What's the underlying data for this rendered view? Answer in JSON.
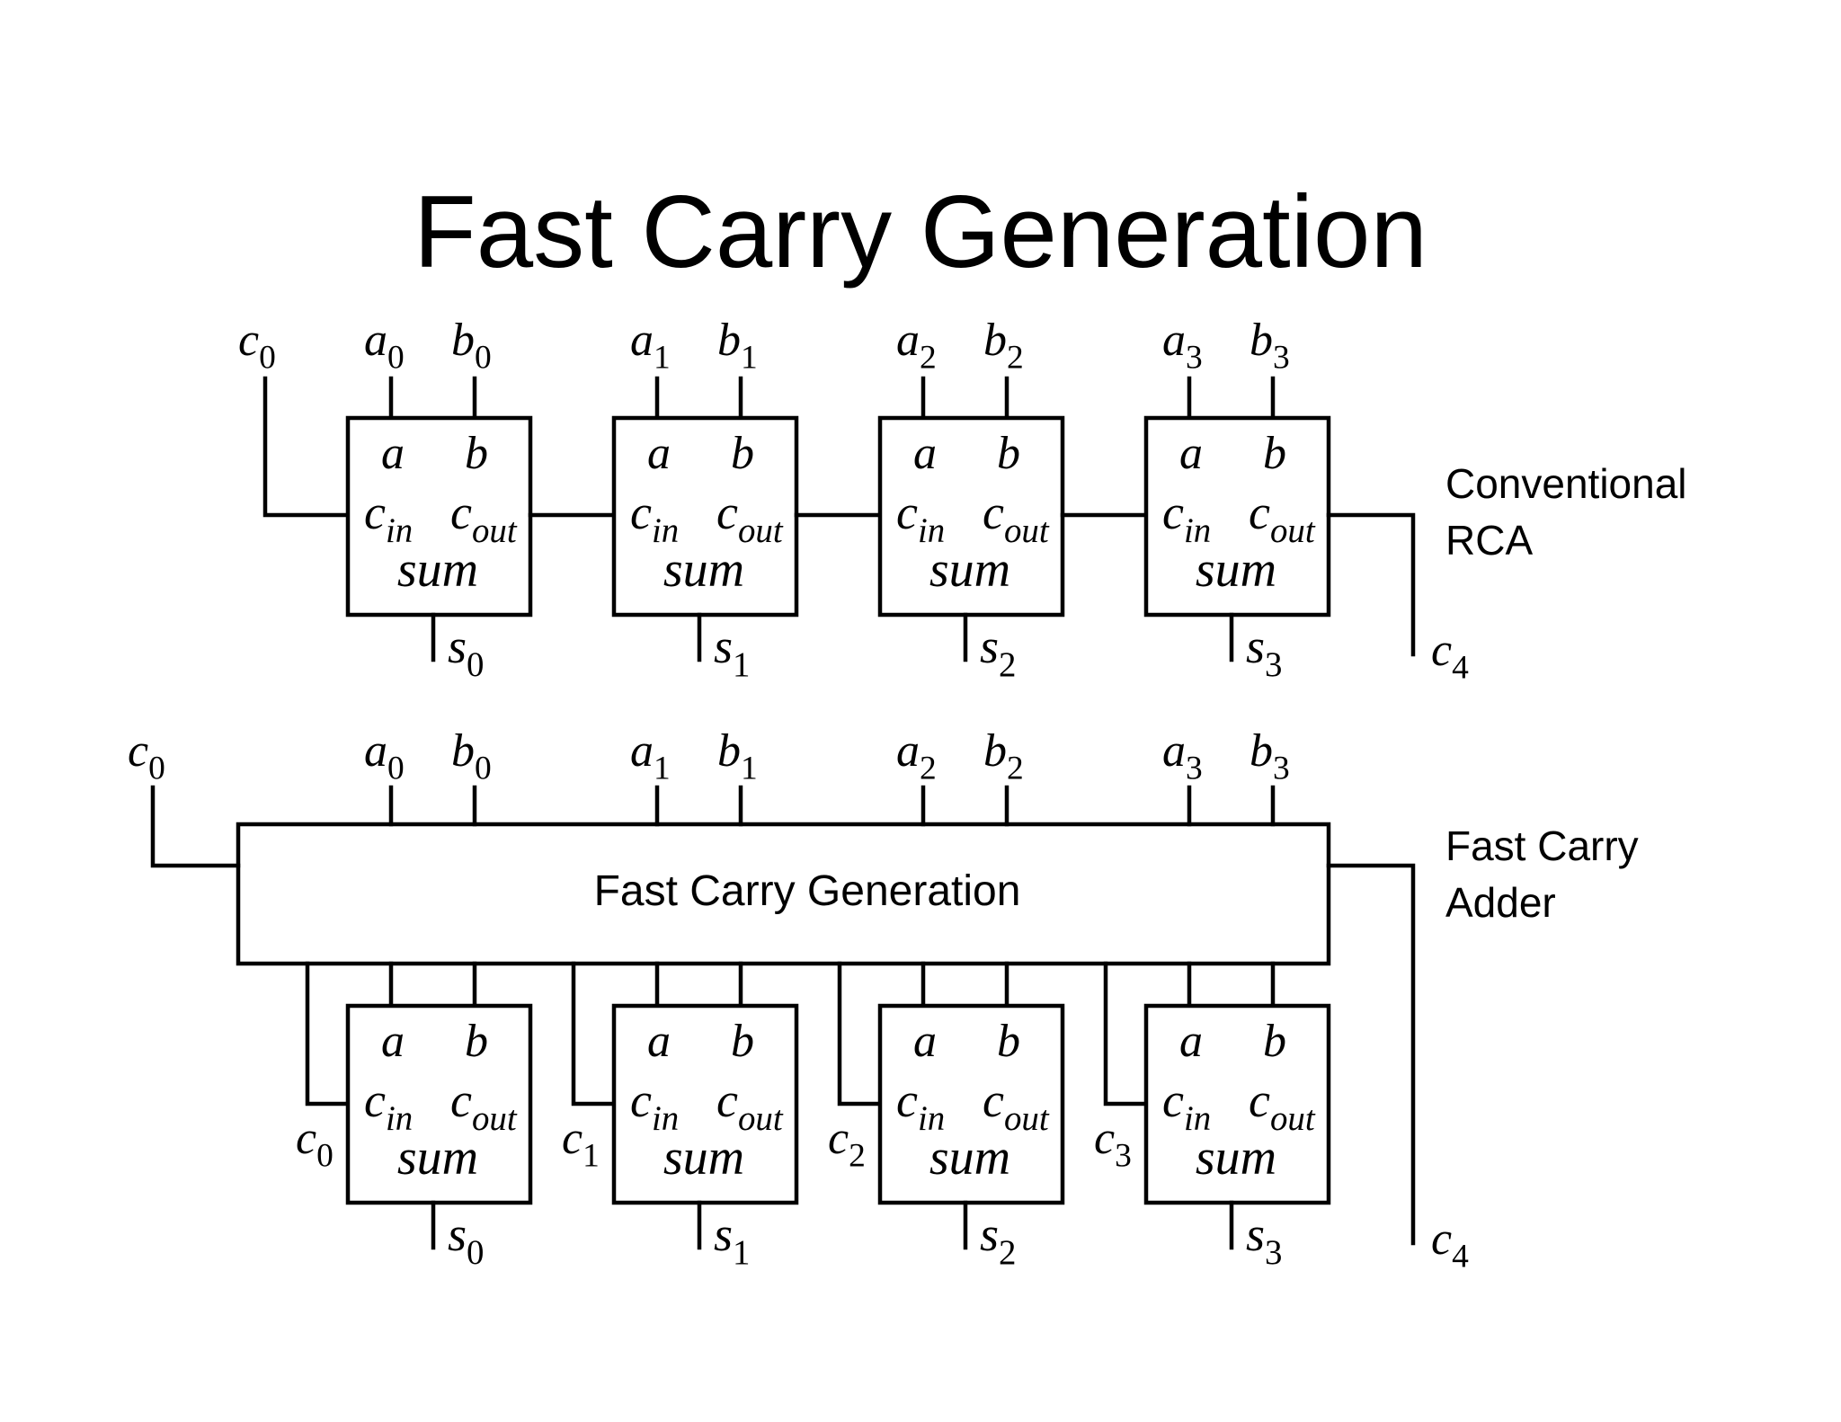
{
  "title": "Fast Carry Generation",
  "labels": {
    "rca": [
      "Conventional",
      "RCA"
    ],
    "fca": [
      "Fast Carry",
      "Adder"
    ],
    "fcg_block": "Fast Carry Generation"
  },
  "adder_cell": {
    "a": "a",
    "b": "b",
    "cin": {
      "base": "c",
      "sub": "in"
    },
    "cout": {
      "base": "c",
      "sub": "out"
    },
    "sum": "sum"
  },
  "signals": {
    "a": [
      {
        "base": "a",
        "sub": "0"
      },
      {
        "base": "a",
        "sub": "1"
      },
      {
        "base": "a",
        "sub": "2"
      },
      {
        "base": "a",
        "sub": "3"
      }
    ],
    "b": [
      {
        "base": "b",
        "sub": "0"
      },
      {
        "base": "b",
        "sub": "1"
      },
      {
        "base": "b",
        "sub": "2"
      },
      {
        "base": "b",
        "sub": "3"
      }
    ],
    "s": [
      {
        "base": "s",
        "sub": "0"
      },
      {
        "base": "s",
        "sub": "1"
      },
      {
        "base": "s",
        "sub": "2"
      },
      {
        "base": "s",
        "sub": "3"
      }
    ],
    "c_in_fca": [
      {
        "base": "c",
        "sub": "0"
      },
      {
        "base": "c",
        "sub": "1"
      },
      {
        "base": "c",
        "sub": "2"
      },
      {
        "base": "c",
        "sub": "3"
      }
    ],
    "c0": {
      "base": "c",
      "sub": "0"
    },
    "c4": {
      "base": "c",
      "sub": "4"
    }
  }
}
